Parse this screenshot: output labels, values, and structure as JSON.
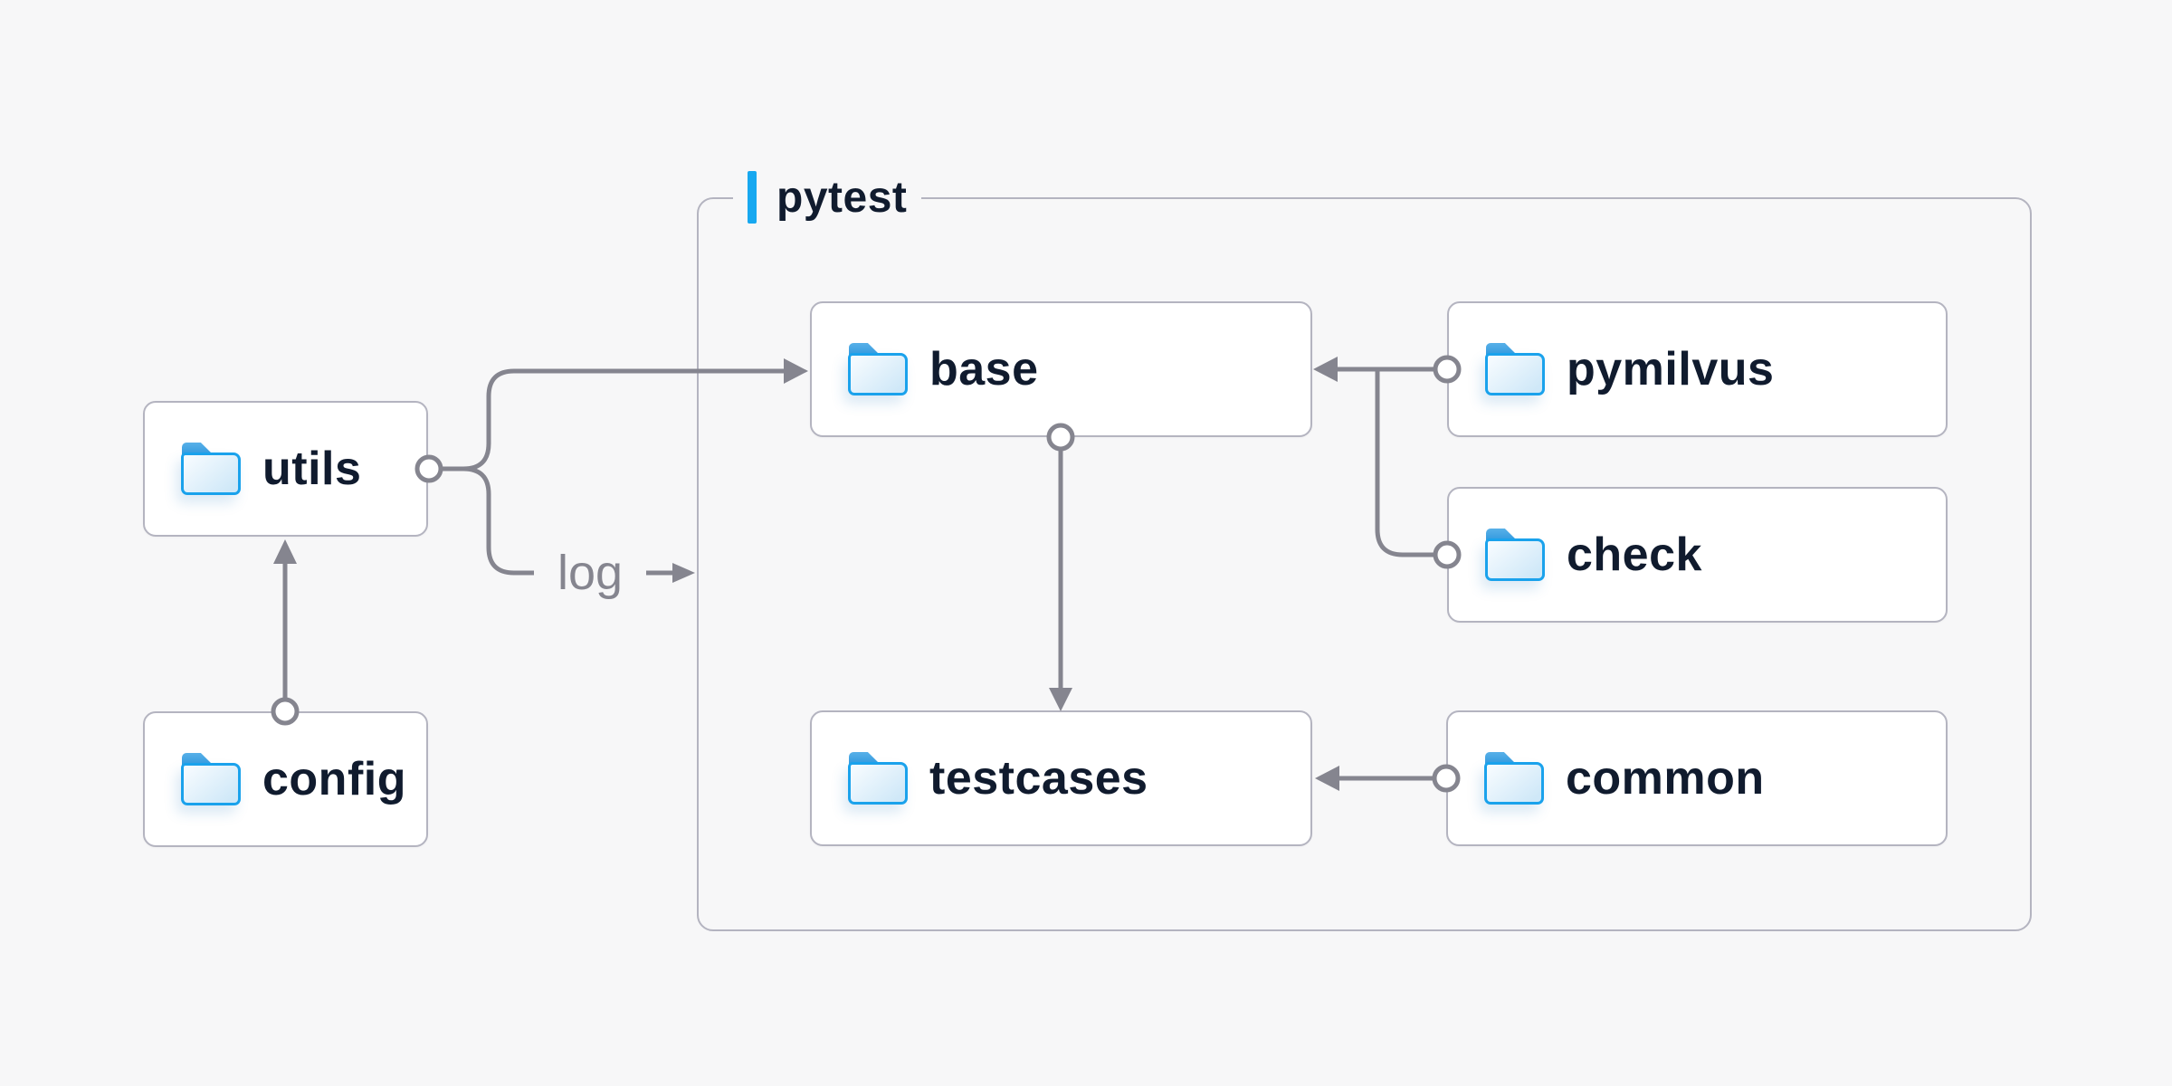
{
  "container": {
    "label": "pytest"
  },
  "nodes": [
    {
      "id": "utils",
      "label": "utils"
    },
    {
      "id": "config",
      "label": "config"
    },
    {
      "id": "base",
      "label": "base"
    },
    {
      "id": "pymilvus",
      "label": "pymilvus"
    },
    {
      "id": "check",
      "label": "check"
    },
    {
      "id": "testcases",
      "label": "testcases"
    },
    {
      "id": "common",
      "label": "common"
    }
  ],
  "edges": [
    {
      "from": "config",
      "to": "utils",
      "label": ""
    },
    {
      "from": "utils",
      "to": "pytest",
      "label": "log"
    },
    {
      "from": "utils",
      "to": "base",
      "label": ""
    },
    {
      "from": "pymilvus",
      "to": "base",
      "label": ""
    },
    {
      "from": "check",
      "to": "base",
      "label": ""
    },
    {
      "from": "base",
      "to": "testcases",
      "label": ""
    },
    {
      "from": "common",
      "to": "testcases",
      "label": ""
    }
  ],
  "icons": {
    "node_icon": "folder-icon"
  },
  "colors": {
    "background": "#f7f7f8",
    "node_fill": "#ffffff",
    "border": "#b4b4c0",
    "connector": "#85858f",
    "text": "#101b2e",
    "accent_blue": "#17a8f0",
    "folder_blue": "#1aa2ec"
  }
}
